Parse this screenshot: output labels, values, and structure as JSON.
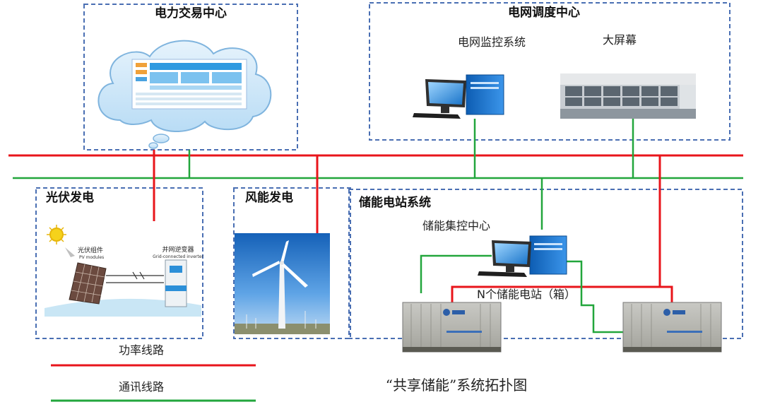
{
  "boxes": {
    "trading_center": "电力交易中心",
    "dispatch_center": "电网调度中心",
    "pv": "光伏发电",
    "wind": "风能发电",
    "storage_system": "储能电站系统"
  },
  "labels": {
    "grid_monitor": "电网监控系统",
    "big_screen": "大屏幕",
    "storage_control": "储能集控中心",
    "n_stations": "N个储能电站（箱）",
    "pv_module": "光伏组件",
    "pv_module_en": "PV modules",
    "inverter": "并网逆变器",
    "inverter_en": "Grid-connected inverter"
  },
  "legend": {
    "power_line": "功率线路",
    "comm_line": "通讯线路"
  },
  "caption": "“共享储能”系统拓扑图",
  "colors": {
    "power": "#e8151b",
    "comm": "#22a63c",
    "box_border": "#4a6fb3",
    "cloud_fill": "#cfe6f8",
    "monitor_blue": "#1e7fd6"
  }
}
